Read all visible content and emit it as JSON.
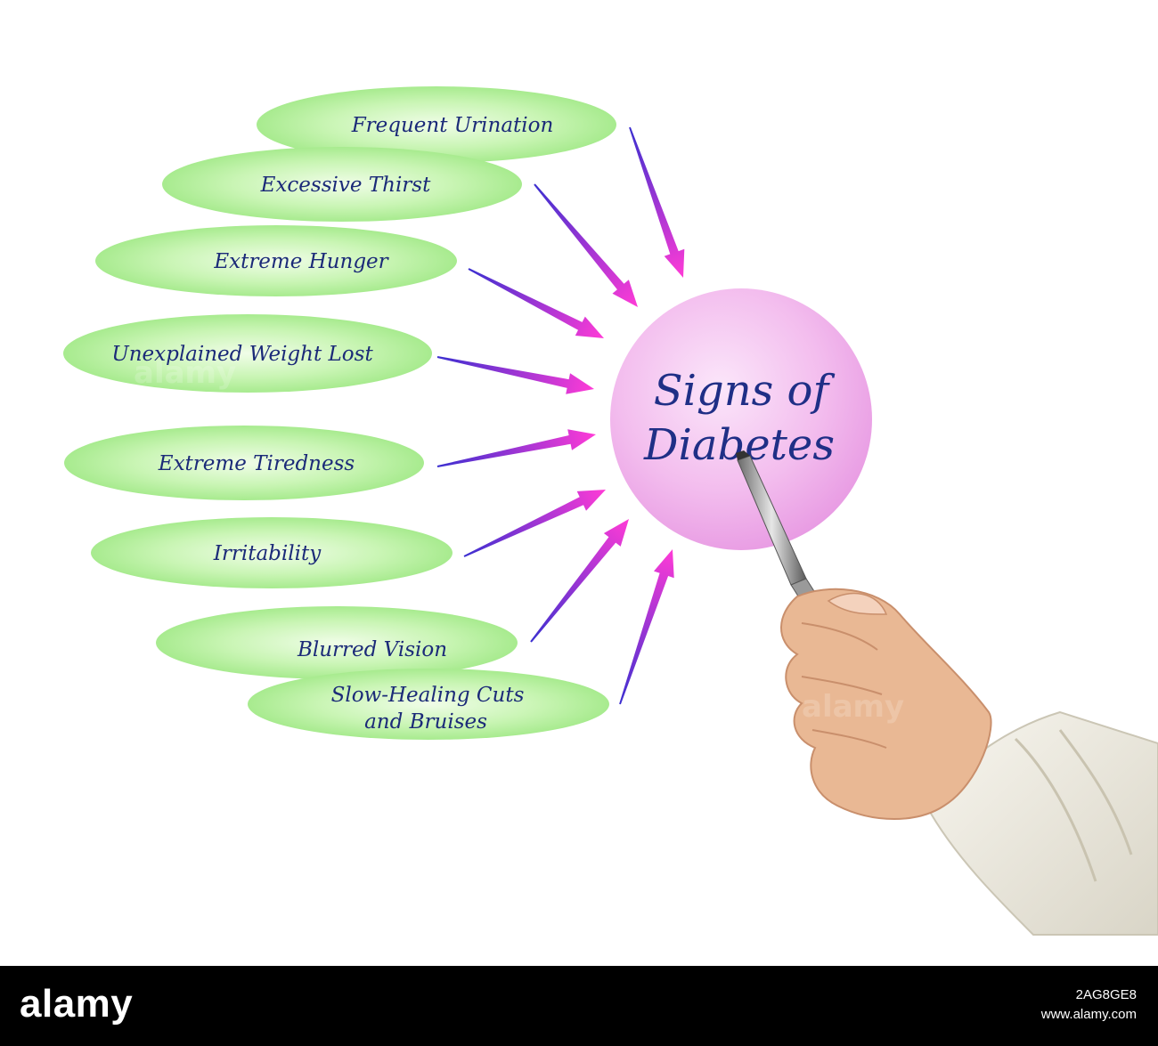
{
  "diagram": {
    "center": {
      "line1": "Signs of",
      "line2": "Diabetes"
    },
    "signs": [
      {
        "lines": [
          "Frequent Urination"
        ]
      },
      {
        "lines": [
          "Excessive Thirst"
        ]
      },
      {
        "lines": [
          "Extreme Hunger"
        ]
      },
      {
        "lines": [
          "Unexplained Weight Lost"
        ]
      },
      {
        "lines": [
          "Extreme Tiredness"
        ]
      },
      {
        "lines": [
          "Irritability"
        ]
      },
      {
        "lines": [
          "Blurred Vision"
        ]
      },
      {
        "lines": [
          "Slow-Healing  Cuts",
          "and Bruises"
        ]
      }
    ]
  },
  "watermark": "alamy",
  "footer": {
    "brand": "alamy",
    "image_id": "2AG8GE8",
    "url": "www.alamy.com"
  },
  "colors": {
    "ellipse_fill": "#b9f2a6",
    "circle_fill": "#f2b8ee",
    "arrow_start": "#3b2fd0",
    "arrow_end": "#ff3bd6",
    "text": "#1b2a78"
  }
}
